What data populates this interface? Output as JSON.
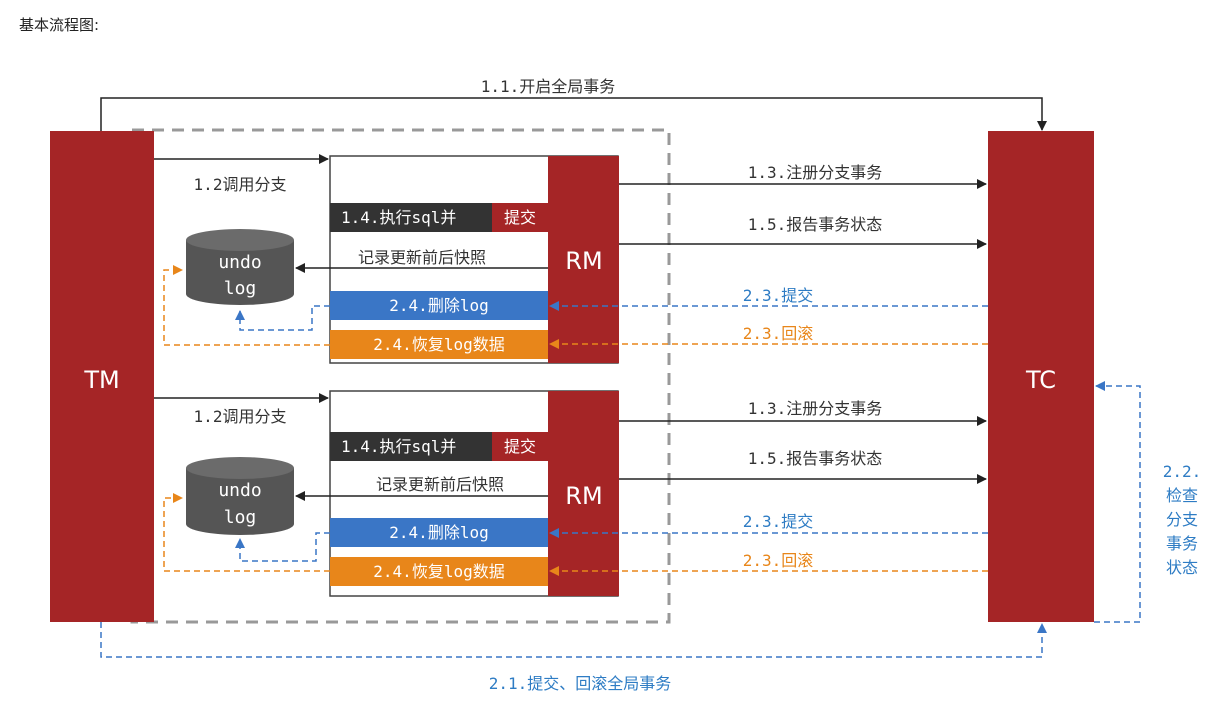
{
  "caption": "基本流程图:",
  "labels": {
    "tm": "TM",
    "tc": "TC",
    "rm": "RM",
    "begin_global": "1.1.开启全局事务",
    "call_branch": "1.2调用分支",
    "register_branch": "1.3.注册分支事务",
    "report_status": "1.5.报告事务状态",
    "exec_sql_prefix": "1.4.执行sql并",
    "exec_sql_commit": "提交",
    "record_snapshot": "记录更新前后快照",
    "undo_line1": "undo",
    "undo_line2": "log",
    "delete_log": "2.4.删除log",
    "restore_log": "2.4.恢复log数据",
    "commit": "2.3.提交",
    "rollback": "2.3.回滚",
    "global_commit_rollback": "2.1.提交、回滚全局事务",
    "check_status": [
      "2.2.",
      "检查",
      "分支",
      "事务",
      "状态"
    ]
  },
  "colors": {
    "red": "#a52526",
    "dark": "#333333",
    "blue": "#3a76c6",
    "orange": "#e8861a",
    "dash_gray": "#999999",
    "db_gray": "#555555"
  }
}
